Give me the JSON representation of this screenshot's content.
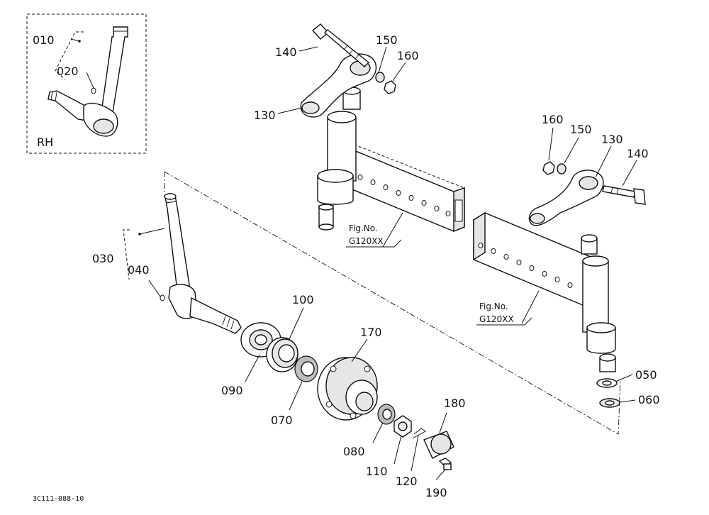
{
  "inset": {
    "side_label": "RH"
  },
  "callouts": {
    "p010": "010",
    "p020": "020",
    "p030": "030",
    "p040": "040",
    "p050": "050",
    "p060": "060",
    "p070": "070",
    "p080": "080",
    "p090": "090",
    "p100": "100",
    "p110": "110",
    "p120": "120",
    "p130a": "130",
    "p130b": "130",
    "p140a": "140",
    "p140b": "140",
    "p150a": "150",
    "p150b": "150",
    "p160a": "160",
    "p160b": "160",
    "p170": "170",
    "p180": "180",
    "p190": "190"
  },
  "figure_refs": [
    {
      "line1": "Fig.No.",
      "line2": "G120XX"
    },
    {
      "line1": "Fig.No.",
      "line2": "G120XX"
    }
  ],
  "drawing_code": "3C111-088-10"
}
